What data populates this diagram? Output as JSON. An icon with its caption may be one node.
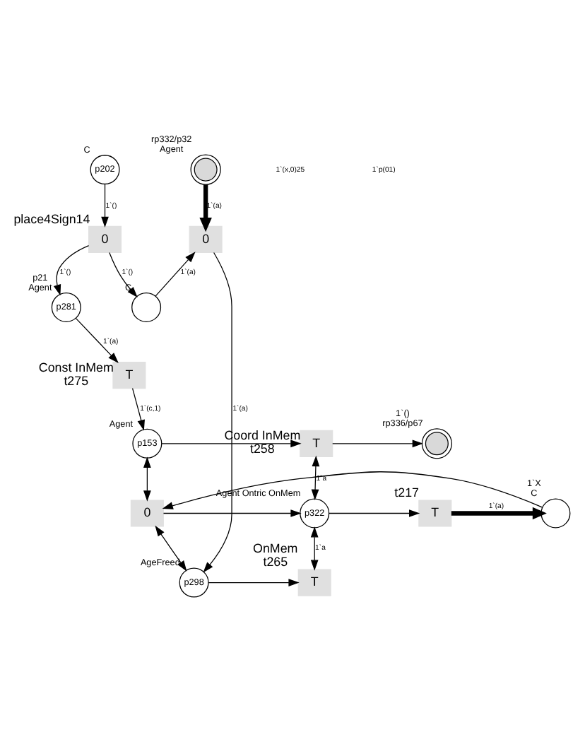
{
  "diagram": {
    "nodes": [
      {
        "text": [
          "p202"
        ],
        "beside": [
          "C"
        ]
      },
      {
        "text": [],
        "shape": "circle",
        "beside": [
          "rp332/p32",
          "Agent"
        ]
      },
      {
        "text": [
          "0"
        ],
        "beside": [
          "place4Sign14"
        ]
      },
      {
        "text": [
          "0"
        ]
      },
      {
        "text": [],
        "shape": "circle",
        "beside": [
          "C"
        ]
      },
      {
        "text": [
          "p281"
        ],
        "beside": [
          "p21",
          "Agent"
        ]
      },
      {
        "text": [
          "T"
        ],
        "beside": [
          "Const InMem",
          "t275"
        ]
      },
      {
        "text": [
          "p153"
        ],
        "beside": [
          "Agent"
        ]
      },
      {
        "text": [
          "T"
        ],
        "beside": [
          "Coord InMem",
          "t258"
        ]
      },
      {
        "text": [],
        "shape": "circle",
        "beside": [
          "1`()",
          "rp336/p67"
        ]
      },
      {
        "text": [
          "0"
        ]
      },
      {
        "text": [
          "p322"
        ],
        "beside": [
          "Agent Ontric OnMem"
        ]
      },
      {
        "text": [
          "T"
        ],
        "beside": [
          "t217"
        ]
      },
      {
        "text": [],
        "shape": "circle",
        "beside": [
          "1`X",
          "C"
        ]
      },
      {
        "text": [
          "p298"
        ],
        "beside": [
          "AgeFreed"
        ]
      },
      {
        "text": [
          "T"
        ],
        "beside": [
          "OnMem",
          "t265"
        ]
      }
    ],
    "edges": [
      {
        "from": 0,
        "to": 2,
        "arrow": "to",
        "label": "1`()"
      },
      {
        "from": 1,
        "to": 3,
        "arrow": "to",
        "label": "1`(a)",
        "style": "thick"
      },
      {
        "from": 2,
        "to": 5,
        "arrow": "to",
        "label": "1`()"
      },
      {
        "from": 2,
        "to": 4,
        "arrow": "to",
        "label": "1`()"
      },
      {
        "from": 4,
        "to": 3,
        "arrow": "to",
        "label": "1`(a)"
      },
      {
        "from": 3,
        "to": 14,
        "arrow": "to",
        "label": "1`(a)"
      },
      {
        "from": 5,
        "to": 6,
        "arrow": "to",
        "label": "1`(a)"
      },
      {
        "from": 6,
        "to": 7,
        "arrow": "to",
        "label": "1`(c,1)"
      },
      {
        "from": 7,
        "to": 8,
        "arrow": "to"
      },
      {
        "from": 8,
        "to": 9,
        "arrow": "to"
      },
      {
        "from": 7,
        "to": 10,
        "arrow": "both"
      },
      {
        "from": 13,
        "to": 10,
        "arrow": "to"
      },
      {
        "from": 10,
        "to": 11,
        "arrow": "to"
      },
      {
        "from": 11,
        "to": 12,
        "arrow": "to"
      },
      {
        "from": 8,
        "to": 11,
        "arrow": "both",
        "label": "1`a"
      },
      {
        "from": 11,
        "to": 15,
        "arrow": "both",
        "label": "1`a"
      },
      {
        "from": 10,
        "to": 14,
        "arrow": "both"
      },
      {
        "from": 14,
        "to": 15,
        "arrow": "to"
      },
      {
        "from": 12,
        "to": 13,
        "arrow": "to",
        "label": "1`(a)",
        "style": "thick"
      }
    ],
    "labels": [
      "1`(x,0)25",
      "1`p(01)"
    ]
  }
}
